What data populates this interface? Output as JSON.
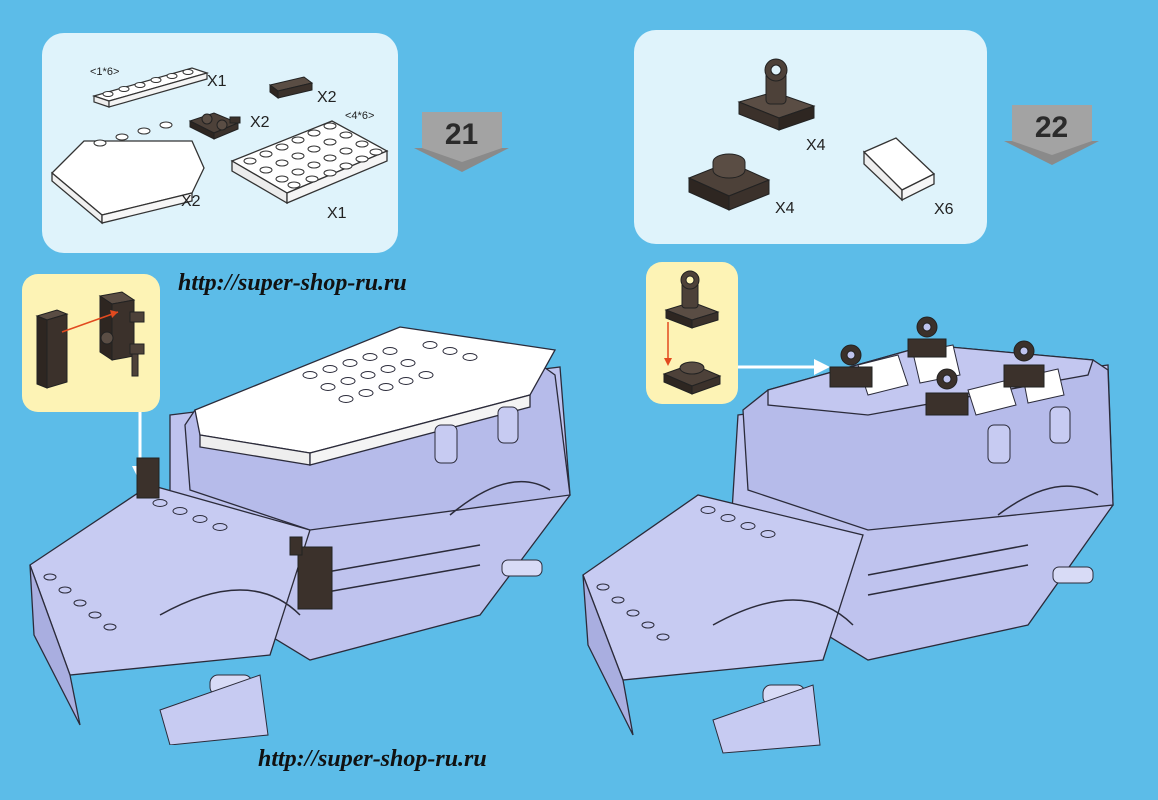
{
  "step_21": {
    "number": "21",
    "parts": [
      {
        "dim": "<1*6>",
        "qty": "X1"
      },
      {
        "dim": "",
        "qty": "X2"
      },
      {
        "dim": "",
        "qty": "X2"
      },
      {
        "dim": "<4*6>",
        "qty": "X1"
      },
      {
        "dim": "",
        "qty": "X2"
      }
    ]
  },
  "step_22": {
    "number": "22",
    "parts": [
      {
        "qty": "X4"
      },
      {
        "qty": "X4"
      },
      {
        "qty": "X6"
      }
    ]
  },
  "watermark": {
    "top": "http://super-shop-ru.ru",
    "bottom": "http://super-shop-ru.ru"
  },
  "colors": {
    "background": "#5cbce8",
    "panel": "#dff3fb",
    "callout": "#fdf3b5",
    "dark_brick": "#4a3f38",
    "vehicle": "#b8bde8",
    "arrow": "#8a8a8a",
    "pointer": "#e24a1f"
  }
}
